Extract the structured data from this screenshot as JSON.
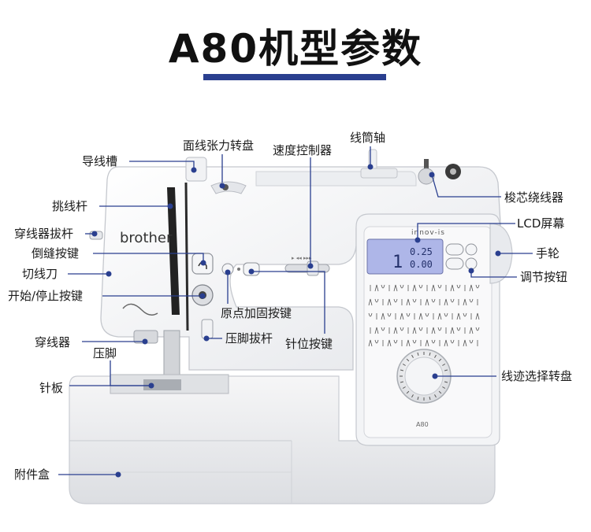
{
  "title": "A80机型参数",
  "machine": {
    "brand": "brother",
    "panel_brand": "innov-is",
    "model_mark": "A80",
    "lcd_stitch": "1",
    "lcd_width": "0.25",
    "lcd_length": "0.00"
  },
  "labels": {
    "thread_guide_groove": "导线槽",
    "upper_tension_dial": "面线张力转盘",
    "speed_controller": "速度控制器",
    "spool_pin": "线筒轴",
    "bobbin_winder": "梭芯绕线器",
    "thread_take_up_lever": "挑线杆",
    "threader_lever": "穿线器拔杆",
    "lcd_screen": "LCD屏幕",
    "reverse_button": "倒缝按键",
    "handwheel": "手轮",
    "thread_cutter": "切线刀",
    "adjust_buttons": "调节按钮",
    "start_stop_button": "开始/停止按键",
    "reinforcement_button": "原点加固按键",
    "needle_threader": "穿线器",
    "presser_lever": "压脚拔杆",
    "needle_position_button": "针位按键",
    "presser_foot": "压脚",
    "stitch_selector_dial": "线迹选择转盘",
    "needle_plate": "针板",
    "accessory_box": "附件盒"
  },
  "colors": {
    "title_bar": "#2a3f8f",
    "leader": "#2a3f8f",
    "lcd": "#aeb6e8"
  }
}
